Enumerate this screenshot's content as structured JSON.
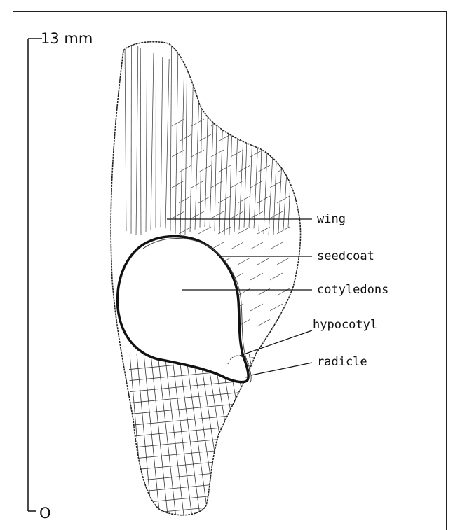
{
  "scale_bar": {
    "top_label": "13 mm",
    "bottom_label": "O"
  },
  "labels": {
    "wing": "wing",
    "seedcoat": "seedcoat",
    "cotyledons": "cotyledons",
    "hypocotyl": "hypocotyl",
    "radicle": "radicle"
  }
}
